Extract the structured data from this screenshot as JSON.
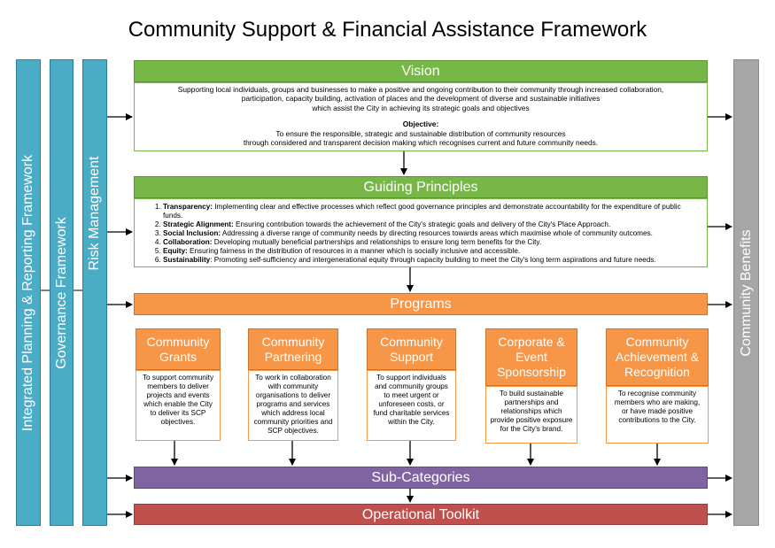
{
  "title": "Community Support & Financial Assistance Framework",
  "frameworks": {
    "integrated": "Integrated Planning & Reporting Framework",
    "governance": "Governance Framework",
    "risk": "Risk Management",
    "benefits": "Community Benefits"
  },
  "vision": {
    "title": "Vision",
    "line1": "Supporting local individuals, groups and businesses to make a positive and ongoing contribution to their community through increased collaboration,",
    "line2": "participation, capacity building, activation of places and the development of  diverse and sustainable initiatives",
    "line3": "which assist the City in achieving its strategic goals and objectives",
    "objective_label": "Objective:",
    "objective_line1": "To ensure the responsible, strategic and sustainable distribution of community resources",
    "objective_line2": "through considered and transparent decision making which recognises current and future community needs."
  },
  "principles": {
    "title": "Guiding Principles",
    "items": [
      {
        "term": "Transparency:",
        "text": " Implementing clear and effective processes which reflect good governance principles and demonstrate accountability for the expenditure of public funds."
      },
      {
        "term": "Strategic Alignment:",
        "text": " Ensuring contribution towards the achievement of the City's strategic goals and delivery of the City's Place Approach."
      },
      {
        "term": "Social Inclusion:",
        "text": " Addressing a diverse range of community needs by directing resources towards areas which maximise whole of community outcomes."
      },
      {
        "term": "Collaboration:",
        "text": " Developing mutually beneficial partnerships and relationships to ensure long term benefits for the City."
      },
      {
        "term": "Equity:",
        "text": " Ensuring fairness in the distribution of resources in a manner which is socially inclusive and accessible."
      },
      {
        "term": "Sustainability",
        "text": ": Promoting self-sufficiency and intergenerational equity through capacity building to meet the City's long term aspirations and future needs."
      }
    ]
  },
  "programs": {
    "title": "Programs",
    "items": [
      {
        "title": "Community Grants",
        "desc": "To support community members to deliver projects and events which enable the City to deliver its SCP objectives."
      },
      {
        "title": "Community Partnering",
        "desc": "To work in collaboration with community organisations to deliver programs and services which address local community priorities and SCP objectives."
      },
      {
        "title": "Community Support",
        "desc": "To support individuals and community groups to meet urgent or unforeseen costs, or fund charitable services within the City."
      },
      {
        "title": "Corporate & Event Sponsorship",
        "desc": "To build sustainable partnerships and relationships which provide positive exposure for the City's brand."
      },
      {
        "title": "Community Achievement & Recognition",
        "desc": "To recognise community members who are making, or have made positive contributions to the City."
      }
    ]
  },
  "subcategories": "Sub-Categories",
  "toolkit": "Operational Toolkit",
  "colors": {
    "teal": "#4bacc6",
    "green": "#77b748",
    "orange": "#f79646",
    "purple": "#8064a2",
    "red": "#c0504d",
    "gray": "#a6a6a6"
  }
}
